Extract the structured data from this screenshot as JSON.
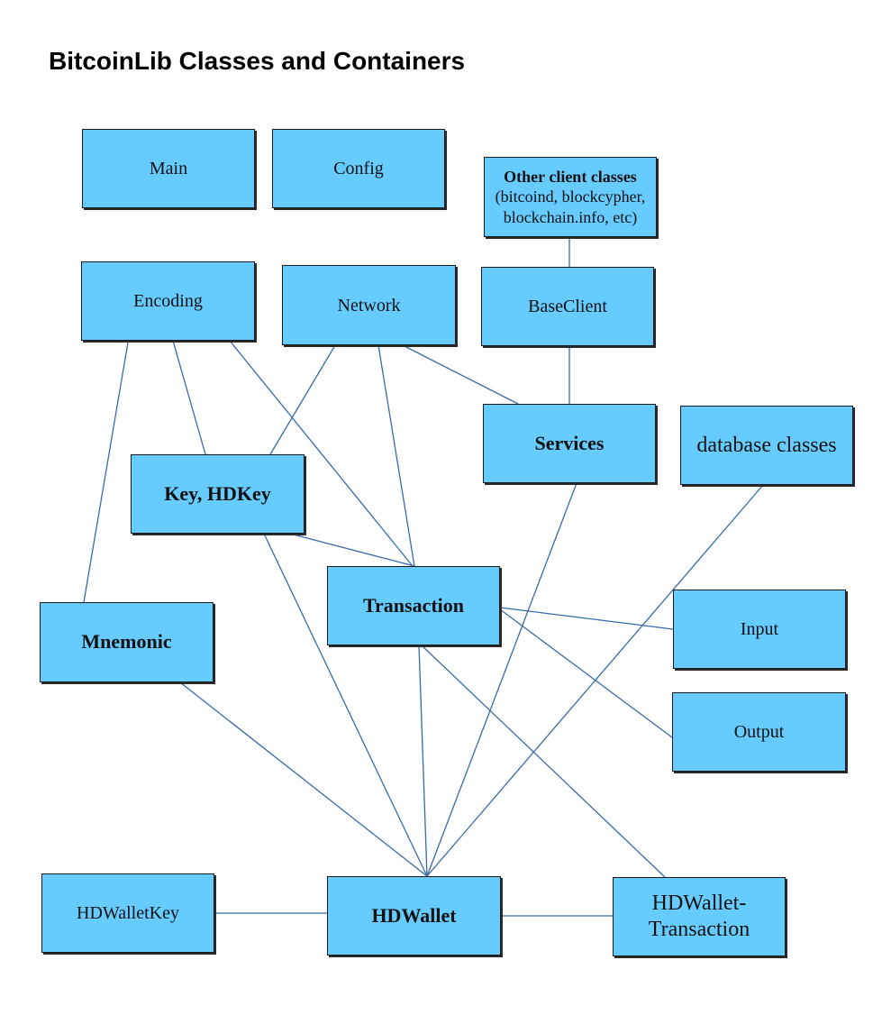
{
  "title": "BitcoinLib Classes and Containers",
  "colors": {
    "box_fill": "#66ccff",
    "box_border": "#1a1a1a",
    "edge": "#3a6aa8"
  },
  "nodes": {
    "main": "Main",
    "config": "Config",
    "other_clients_heading": "Other client classes",
    "other_clients_line1": "(bitcoind, blockcypher,",
    "other_clients_line2": "blockchain.info, etc)",
    "encoding": "Encoding",
    "network": "Network",
    "baseclient": "BaseClient",
    "services": "Services",
    "database": "database classes",
    "key": "Key, HDKey",
    "transaction": "Transaction",
    "mnemonic": "Mnemonic",
    "input": "Input",
    "output": "Output",
    "hdwalletkey": "HDWalletKey",
    "hdwallet": "HDWallet",
    "hdwallet_tx_line1": "HDWallet-",
    "hdwallet_tx_line2": "Transaction"
  },
  "edges": [
    [
      "other_clients",
      "baseclient"
    ],
    [
      "baseclient",
      "services"
    ],
    [
      "network",
      "services"
    ],
    [
      "network",
      "key"
    ],
    [
      "network",
      "transaction"
    ],
    [
      "encoding",
      "key"
    ],
    [
      "encoding",
      "transaction"
    ],
    [
      "encoding",
      "mnemonic"
    ],
    [
      "key",
      "transaction"
    ],
    [
      "key",
      "hdwallet"
    ],
    [
      "transaction",
      "input"
    ],
    [
      "transaction",
      "output"
    ],
    [
      "transaction",
      "hdwallet"
    ],
    [
      "transaction",
      "hdwallet_transaction"
    ],
    [
      "services",
      "hdwallet"
    ],
    [
      "database",
      "hdwallet"
    ],
    [
      "mnemonic",
      "hdwallet"
    ],
    [
      "hdwalletkey",
      "hdwallet"
    ],
    [
      "hdwallet",
      "hdwallet_transaction"
    ]
  ]
}
